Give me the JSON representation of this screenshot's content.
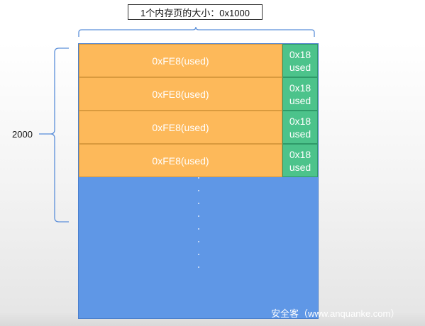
{
  "title": "1个内存页的大小：0x1000",
  "side_label": "2000",
  "rows": [
    {
      "big": "0xFE8(used)",
      "small_top": "0x18",
      "small_bottom": "used"
    },
    {
      "big": "0xFE8(used)",
      "small_top": "0x18",
      "small_bottom": "used"
    },
    {
      "big": "0xFE8(used)",
      "small_top": "0x18",
      "small_bottom": "used"
    },
    {
      "big": "0xFE8(used)",
      "small_top": "0x18",
      "small_bottom": "used"
    }
  ],
  "watermark": "安全客（www.anquanke.com）",
  "colors": {
    "used_chunk": "#fdb95a",
    "header_chunk": "#4cc38b",
    "free_area": "#5f97e6",
    "brace": "#5b8fd9"
  }
}
